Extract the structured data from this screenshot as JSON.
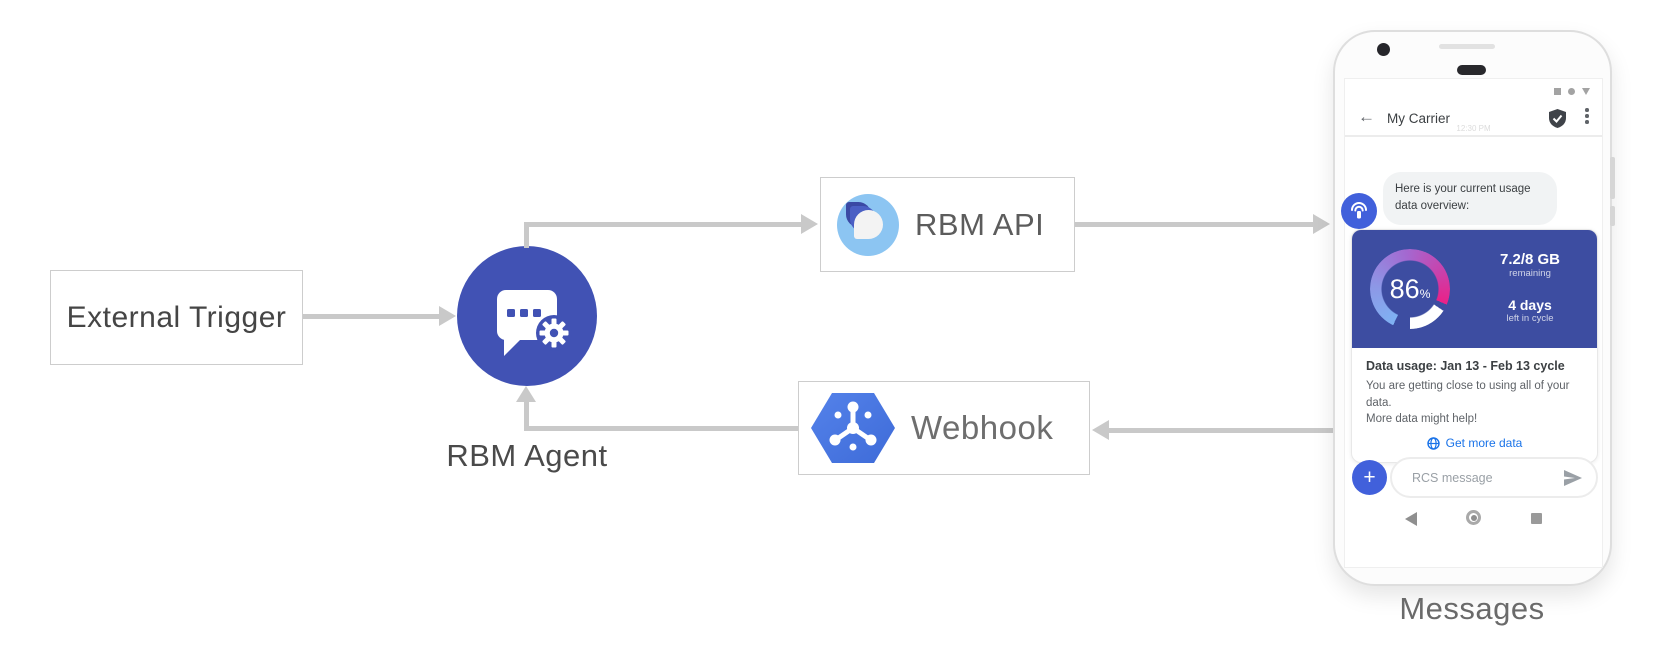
{
  "diagram": {
    "external_trigger_label": "External Trigger",
    "rbm_agent_label": "RBM Agent",
    "rbm_api_label": "RBM API",
    "webhook_label": "Webhook",
    "phone_caption": "Messages"
  },
  "phone": {
    "timestamp": "12:30 PM",
    "header_title": "My Carrier",
    "agent_message": "Here is your current usage data overview:",
    "usage_card": {
      "percent_value": "86",
      "percent_unit": "%",
      "quota": "7.2/8 GB",
      "quota_caption": "remaining",
      "days": "4 days",
      "days_caption": "left in cycle",
      "title": "Data usage: Jan 13 - Feb 13 cycle",
      "body_line1": "You are getting close to using all of your data.",
      "body_line2": "More data might help!",
      "action_label": "Get more data"
    },
    "composer_placeholder": "RCS message"
  },
  "colors": {
    "agent_circle": "#4152B4",
    "card_blue": "#3D4DA1",
    "avatar_blue": "#4160DB",
    "link_blue": "#1A73E8",
    "arrow_gray": "#C9C9C9",
    "gauge_start": "#7FB2F3",
    "gauge_mid": "#A468D0",
    "gauge_end": "#EA2188",
    "api_logo_light": "#8CC5F2",
    "api_logo_dark": "#3A49A4",
    "webhook_hex_blue": "#4A79E2"
  }
}
